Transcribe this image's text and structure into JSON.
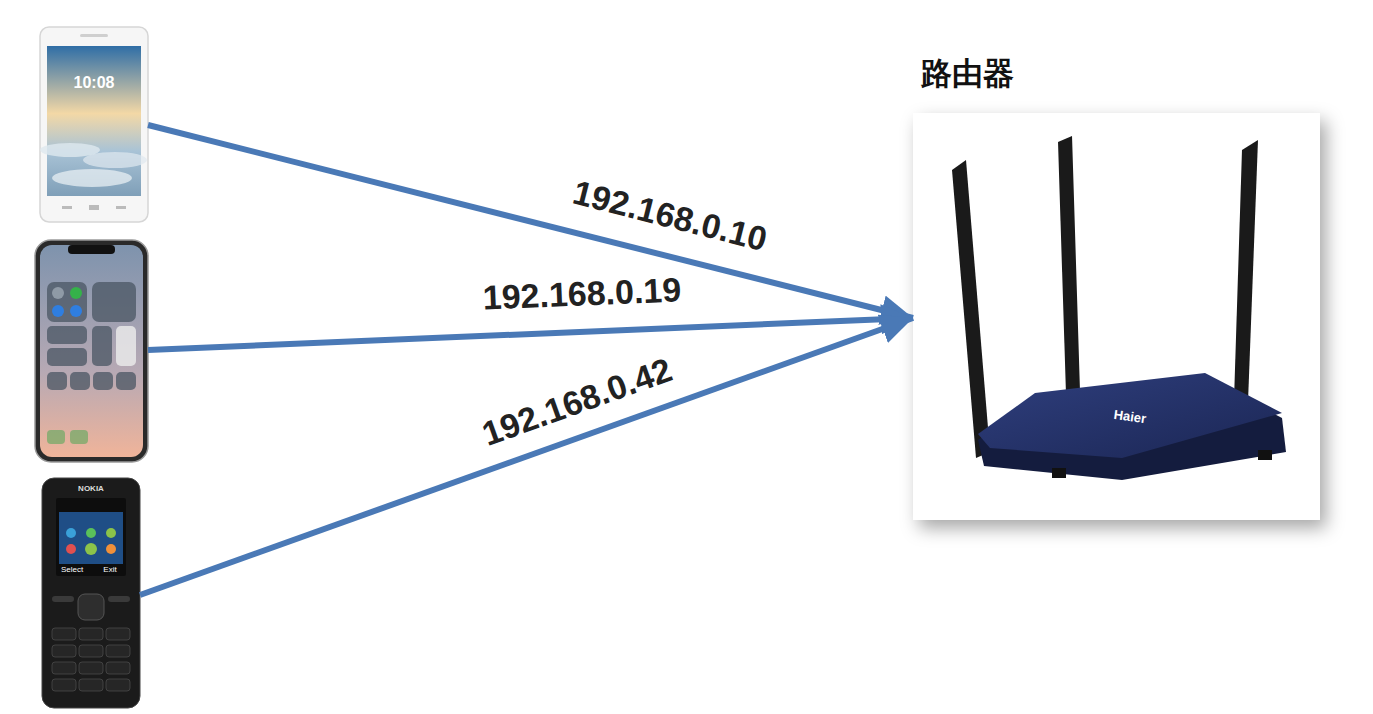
{
  "diagram": {
    "nodes": [
      {
        "text": [
          "10:08"
        ]
      },
      {
        "text": []
      },
      {
        "text": [
          "NOKIA",
          "Select",
          "Exit"
        ]
      },
      {
        "text": [
          "路由器",
          "Haier"
        ]
      }
    ],
    "edges": [
      {
        "from": 0,
        "to": 3,
        "arrow": "to",
        "label": "192.168.0.10"
      },
      {
        "from": 1,
        "to": 3,
        "arrow": "to",
        "label": "192.168.0.19"
      },
      {
        "from": 2,
        "to": 3,
        "arrow": "to",
        "label": "192.168.0.42"
      }
    ]
  }
}
